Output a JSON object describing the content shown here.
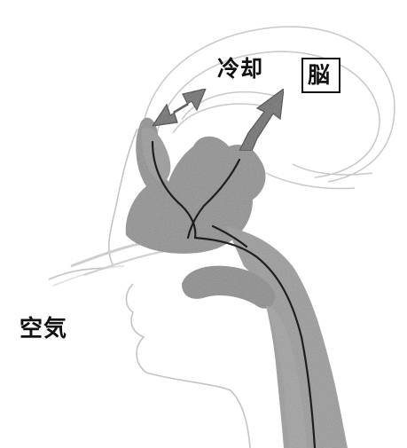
{
  "labels": {
    "cooling": "冷却",
    "brain": "脳",
    "air": "空気"
  },
  "colors": {
    "sinus_fill": "#8f8f8f",
    "airway_fill": "#9a9a9a",
    "arrow_fill": "#6b6b6b",
    "outline": "#c8c8c8",
    "ink": "#111111"
  }
}
